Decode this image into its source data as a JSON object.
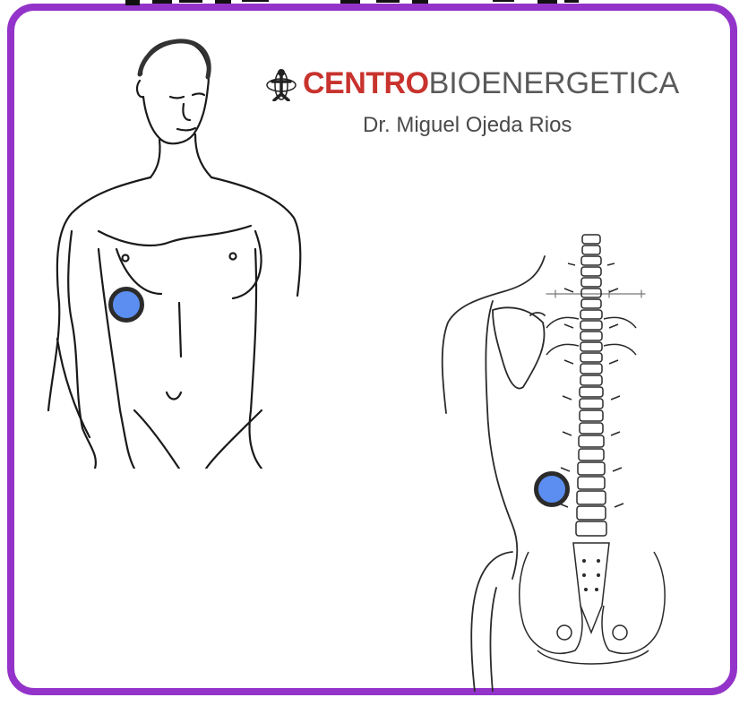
{
  "brand": {
    "name_bold": "CENTRO",
    "name_light": "BIOENERGETICA",
    "doctor": "Dr. Miguel Ojeda Rios"
  },
  "figures": {
    "front": "front-torso",
    "back": "spine-back"
  },
  "colors": {
    "frame": "#9333c9",
    "brand_red": "#c8332d",
    "point_fill": "#5b8ef0",
    "point_ring": "#2b2b2b"
  }
}
